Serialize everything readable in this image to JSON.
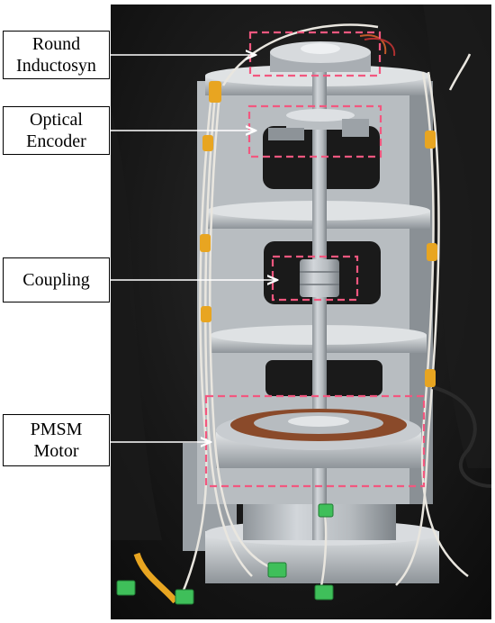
{
  "labels": {
    "round_inductosyn": [
      "Round",
      "Inductosyn"
    ],
    "optical_encoder": [
      "Optical",
      "Encoder"
    ],
    "coupling": [
      "Coupling"
    ],
    "pmsm_motor": [
      "PMSM",
      "Motor"
    ]
  },
  "colors": {
    "highlight_box": "#f2577f",
    "background": "#121212",
    "aluminum": "#c4c8cc",
    "stator_copper": "#8a4a2a",
    "connector_green": "#3fbf5a",
    "tape_yellow": "#e8a521",
    "cable_white": "#e9e6df"
  }
}
